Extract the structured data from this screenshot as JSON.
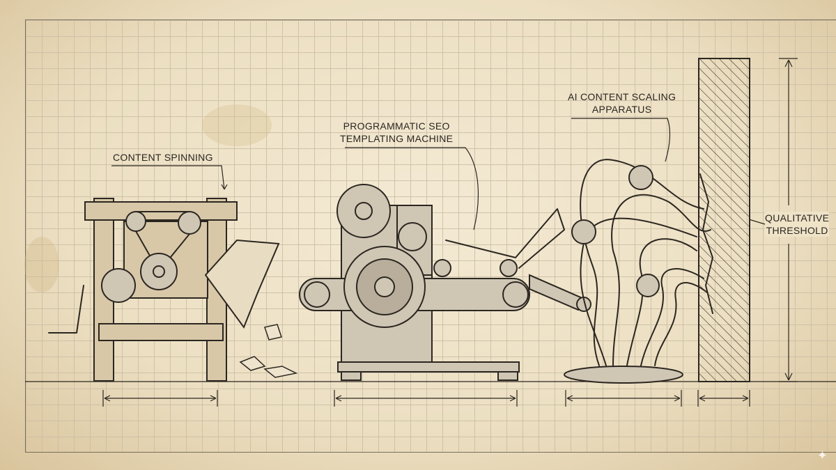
{
  "labels": {
    "content_spinning": "CONTENT SPINNING",
    "programmatic_seo_line1": "PROGRAMMATIC SEO",
    "programmatic_seo_line2": "TEMPLATING MACHINE",
    "ai_scaling_line1": "AI CONTENT SCALING",
    "ai_scaling_line2": "APPARATUS",
    "threshold_line1": "QUALITATIVE",
    "threshold_line2": "THRESHOLD"
  },
  "colors": {
    "paper": "#efe3c8",
    "ink": "#2b2620",
    "grid": "#cbbfa6"
  }
}
